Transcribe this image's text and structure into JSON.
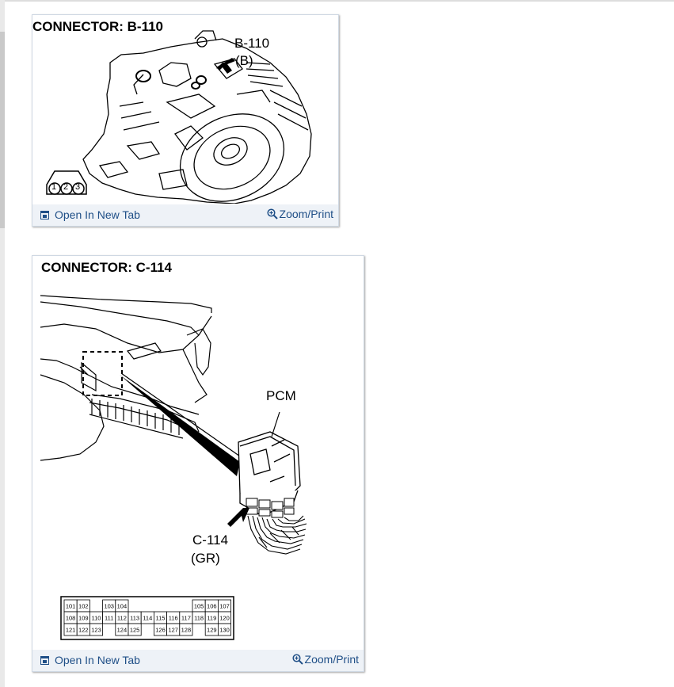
{
  "cards": [
    {
      "title": "CONNECTOR: B-110",
      "label_connector": "B-110",
      "label_color": "(B)",
      "pins": [
        "1",
        "2",
        "3"
      ],
      "open_tab": "Open In New Tab",
      "zoom_print": "Zoom/Print"
    },
    {
      "title": "CONNECTOR: C-114",
      "label_module": "PCM",
      "label_connector": "C-114",
      "label_color": "(GR)",
      "pin_rows": [
        [
          "101",
          "102",
          "",
          "103",
          "104",
          "",
          "",
          "",
          "",
          "",
          "105",
          "106",
          "107"
        ],
        [
          "108",
          "109",
          "110",
          "111",
          "112",
          "113",
          "114",
          "115",
          "116",
          "117",
          "118",
          "119",
          "120"
        ],
        [
          "121",
          "122",
          "123",
          "",
          "124",
          "125",
          "",
          "126",
          "127",
          "128",
          "",
          "129",
          "130"
        ]
      ],
      "open_tab": "Open In New Tab",
      "zoom_print": "Zoom/Print"
    }
  ],
  "colors": {
    "link": "#1f4f87",
    "footer_bg": "#eef2f7",
    "card_border": "#cfd8e3"
  },
  "icons": {
    "open_tab": "open-in-new-tab-icon",
    "zoom": "zoom-in-icon"
  }
}
